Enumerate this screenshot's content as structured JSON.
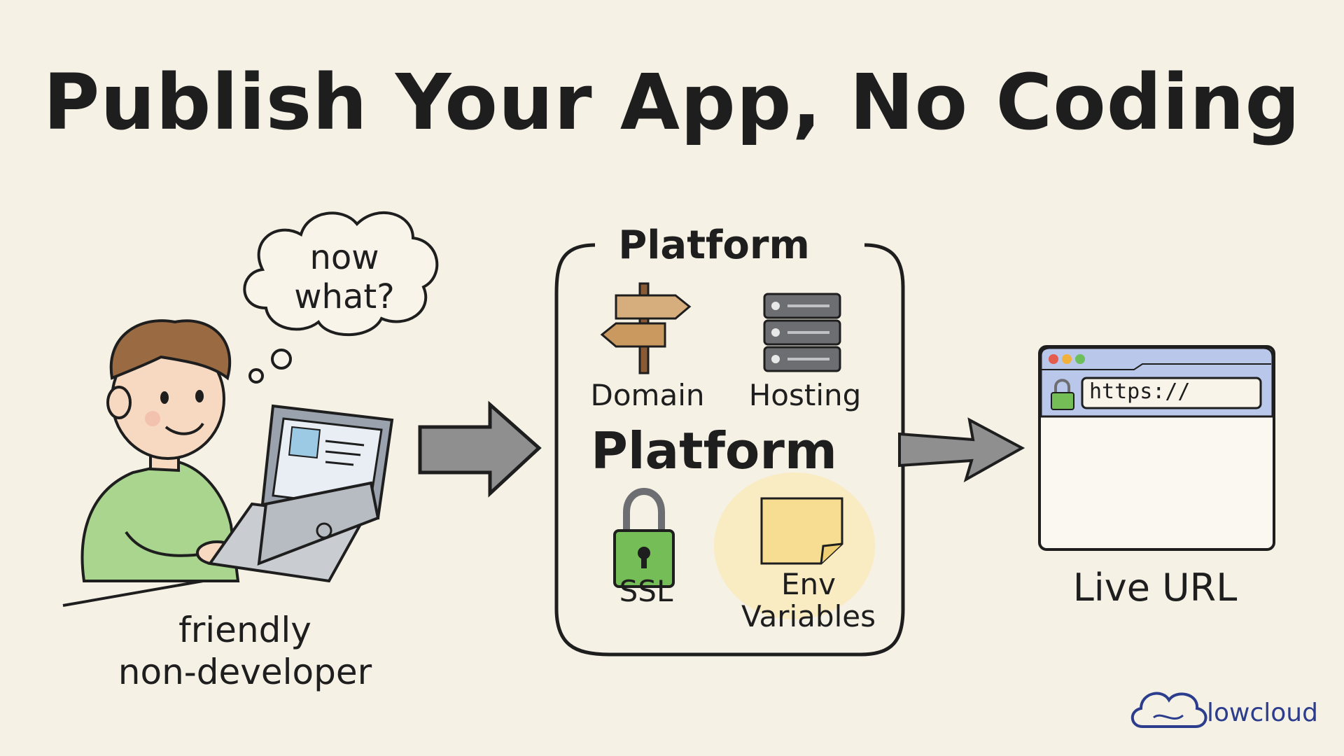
{
  "title": "Publish Your App, No Coding",
  "user": {
    "thought": "now what?",
    "label_line1": "friendly",
    "label_line2": "non-developer"
  },
  "platform": {
    "header": "Platform",
    "center_label": "Platform",
    "items": [
      {
        "label": "Domain",
        "icon": "signpost-icon"
      },
      {
        "label": "Hosting",
        "icon": "server-rack-icon"
      },
      {
        "label": "SSL",
        "icon": "padlock-icon"
      },
      {
        "label_line1": "Env",
        "label_line2": "Variables",
        "icon": "sticky-note-icon"
      }
    ]
  },
  "result": {
    "url_text": "https://",
    "label": "Live URL"
  },
  "brand": {
    "name": "lowcloud",
    "icon": "cloud-logo-icon"
  },
  "colors": {
    "background": "#f6f1e5",
    "ink": "#1e1e1e",
    "sweater_green": "#a9d58f",
    "lock_green": "#74bd57",
    "note_yellow": "#f7dd91",
    "browser_bar": "#b9c7ea",
    "brand_blue": "#2b3d8c"
  }
}
